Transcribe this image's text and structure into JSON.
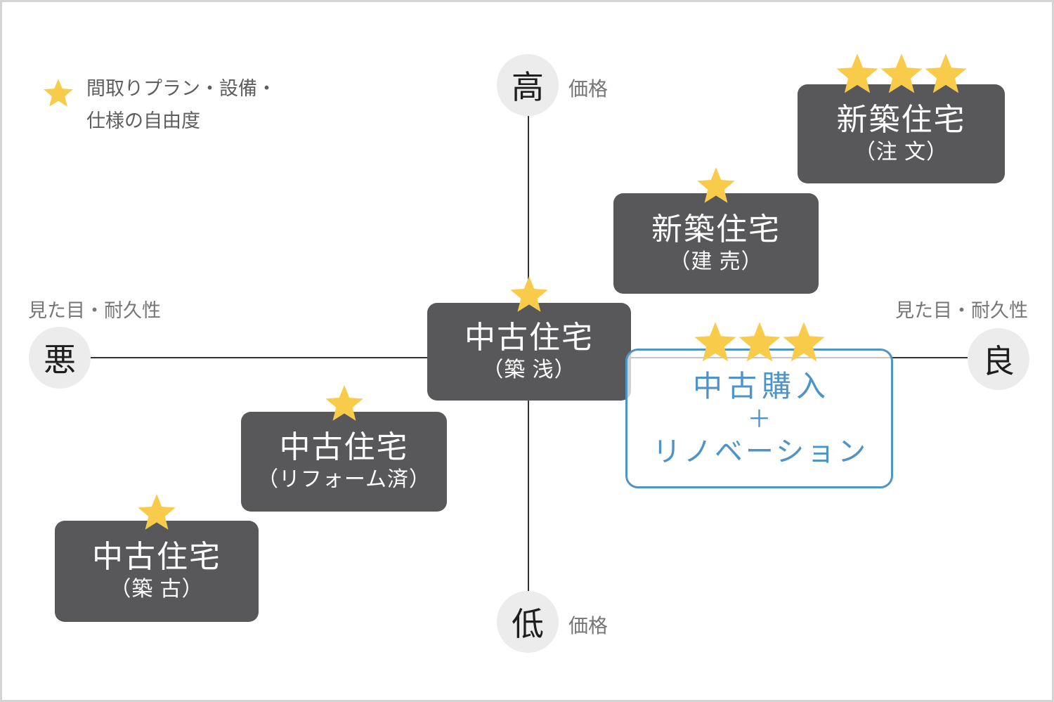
{
  "colors": {
    "box_dark": "#58585a",
    "star_gold": "#f8cb4a",
    "blue": "#4e94c7",
    "circle_bg": "#ececec",
    "axis_line": "#333333",
    "label_gray": "#767676",
    "legend_text": "#5f5d5d",
    "page_border": "#d4d4d4",
    "box_text": "#ffffff"
  },
  "legend": {
    "stars": 1,
    "line1": "間取りプラン・設備・",
    "line2": "仕様の自由度"
  },
  "axes": {
    "price": {
      "top_label": "高",
      "bottom_label": "低",
      "top_caption": "価格",
      "bottom_caption": "価格"
    },
    "quality": {
      "left_label": "悪",
      "right_label": "良",
      "left_caption": "見た目・耐久性",
      "right_caption": "見た目・耐久性"
    }
  },
  "boxes": [
    {
      "id": "shinchiku-chumon",
      "line1": "新築住宅",
      "line2": "（注 文）",
      "stars": 3,
      "style": "dark"
    },
    {
      "id": "shinchiku-tateuri",
      "line1": "新築住宅",
      "line2": "（建 売）",
      "stars": 1,
      "style": "dark"
    },
    {
      "id": "chuko-chikusen",
      "line1": "中古住宅",
      "line2": "（築 浅）",
      "stars": 1,
      "style": "dark"
    },
    {
      "id": "chuko-reform",
      "line1": "中古住宅",
      "line2": "（リフォーム済）",
      "stars": 1,
      "style": "dark"
    },
    {
      "id": "chuko-chikufuru",
      "line1": "中古住宅",
      "line2": "（築 古）",
      "stars": 1,
      "style": "dark"
    },
    {
      "id": "chuko-renovation",
      "line1": "中古購入",
      "line2": "＋",
      "line3": "リノベーション",
      "stars": 3,
      "style": "blue-outline"
    }
  ]
}
